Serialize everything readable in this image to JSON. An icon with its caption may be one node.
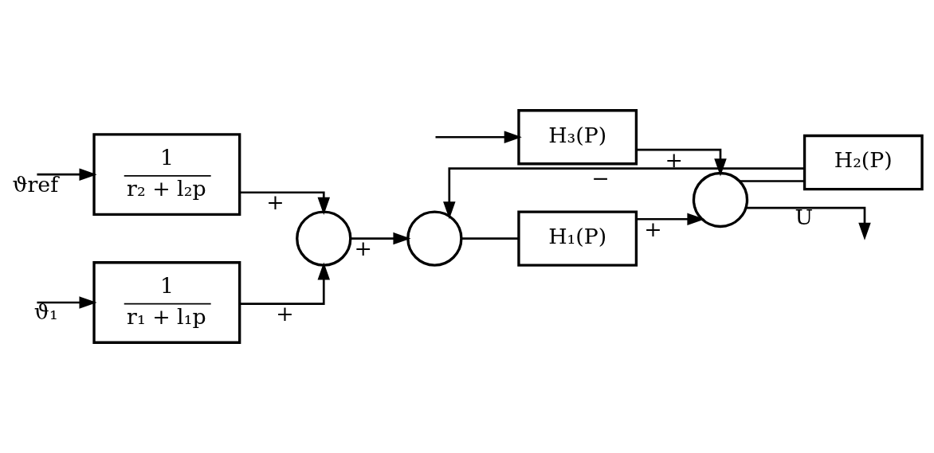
{
  "diagram": {
    "nodes": [
      {
        "text": [
          "1",
          "r₁ + l₁p"
        ]
      },
      {
        "text": [
          "1",
          "r₂ + l₂p"
        ]
      },
      {
        "text": [],
        "shape": "circle"
      },
      {
        "text": [],
        "shape": "circle"
      },
      {
        "text": [
          "H₁(P)"
        ]
      },
      {
        "text": [
          "H₃(P)"
        ]
      },
      {
        "text": [],
        "shape": "circle"
      },
      {
        "text": [
          "H₂(P)"
        ]
      }
    ],
    "edges": [
      {
        "from": null,
        "to": 0,
        "arrow": "to",
        "label": "ϑ₁"
      },
      {
        "from": null,
        "to": 1,
        "arrow": "to",
        "label": "ϑref"
      },
      {
        "from": 0,
        "to": 2,
        "arrow": "to",
        "label": "+"
      },
      {
        "from": 1,
        "to": 2,
        "arrow": "to",
        "label": "+"
      },
      {
        "from": 2,
        "to": 3,
        "arrow": "to",
        "label": "+"
      },
      {
        "from": 3,
        "to": 4,
        "arrow": "none"
      },
      {
        "from": 4,
        "to": 6,
        "arrow": "to",
        "label": "+"
      },
      {
        "from": null,
        "to": 5,
        "arrow": "to"
      },
      {
        "from": 5,
        "to": 6,
        "arrow": "to",
        "label": "+"
      },
      {
        "from": 6,
        "to": null,
        "arrow": "to",
        "label": "U"
      },
      {
        "from": 6,
        "to": 7,
        "arrow": "none"
      },
      {
        "from": 7,
        "to": 3,
        "arrow": "to",
        "label": "−"
      }
    ]
  }
}
